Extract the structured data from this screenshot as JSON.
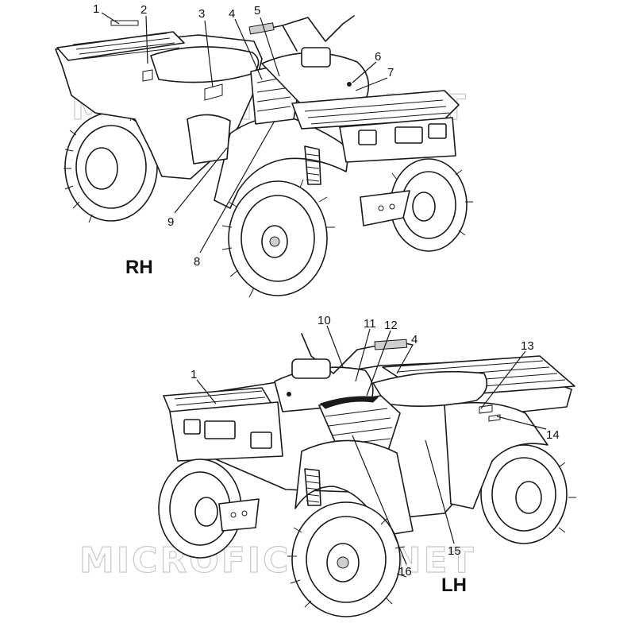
{
  "callouts": {
    "rh": [
      "1",
      "2",
      "3",
      "4",
      "5",
      "6",
      "7",
      "8",
      "9"
    ],
    "lh": [
      "1",
      "10",
      "11",
      "12",
      "4",
      "13",
      "14",
      "15",
      "16"
    ]
  },
  "views": {
    "rh": "RH",
    "lh": "LH"
  },
  "watermark": "MICROFICHES.NET",
  "colors": {
    "line": "#1a1a1a",
    "watermark": "#c9c9c9",
    "background": "#ffffff"
  }
}
